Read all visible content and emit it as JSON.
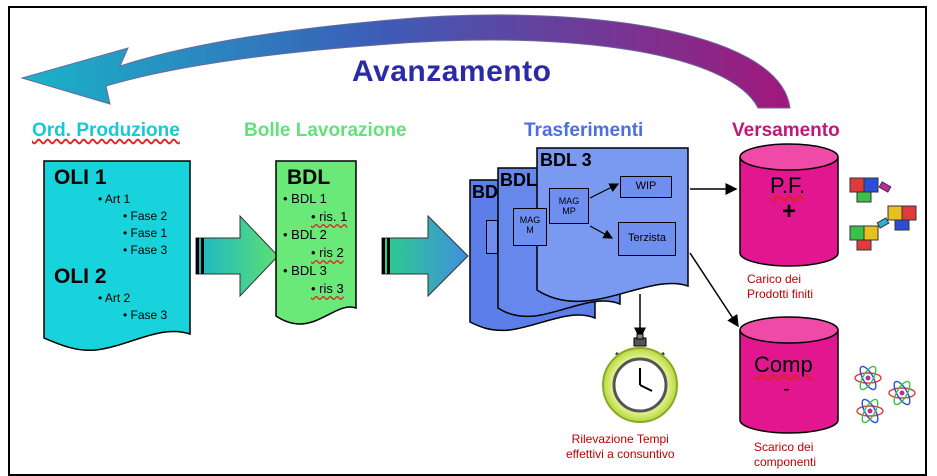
{
  "title": "Avanzamento",
  "columns": {
    "ordini": "Ord. Produzione",
    "bolle": "Bolle Lavorazione",
    "trasferimenti": "Trasferimenti",
    "versamento": "Versamento"
  },
  "ordini_doc": {
    "oli1": "OLI 1",
    "art1": "• Art 1",
    "fase2": "• Fase 2",
    "fase1": "• Fase 1",
    "fase3": "• Fase 3",
    "oli2": "OLI 2",
    "art2": "• Art 2",
    "fase3b": "• Fase 3"
  },
  "bolle_doc": {
    "title": "BDL",
    "bdl1": "• BDL 1",
    "ris1": "• ris. 1",
    "bdl2": "• BDL 2",
    "ris2": "• ris 2",
    "bdl3": "• BDL 3",
    "ris3": "• ris 3"
  },
  "trasf_doc": {
    "back1": "BD",
    "back2": "BDL",
    "front": "BDL 3",
    "mag": "MAG\nMP",
    "mag_partial1": "MAG\nM",
    "wip": "WIP",
    "terzista": "Terzista"
  },
  "versamento": {
    "pf_label": "P.F.",
    "pf_sign": "+",
    "pf_caption": "Carico dei\nProdotti finiti",
    "comp_label": "Comp",
    "comp_sign": "-",
    "comp_caption": "Scarico dei\ncomponenti"
  },
  "timer_caption": "Rilevazione Tempi\neffettivi a consuntivo",
  "colors": {
    "title": "#2b2ba8",
    "ordini": "#19c8d6",
    "bolle": "#66e07a",
    "trasferimenti": "#4a70e0",
    "versamento": "#c0187a",
    "cylinder": "#e0168c"
  }
}
